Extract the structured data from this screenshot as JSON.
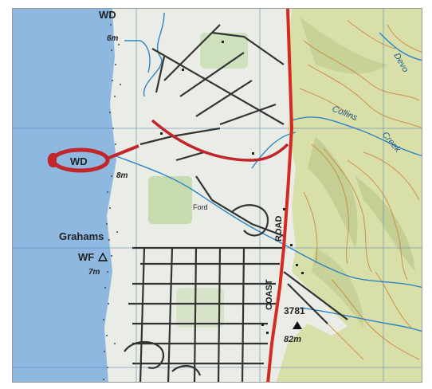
{
  "map": {
    "labels": {
      "top_marker_code": "WD",
      "top_marker_height": "6m",
      "highlight_marker_code": "WD",
      "highlight_marker_height": "8m",
      "ford_label": "Ford",
      "graham_name": "Grahams",
      "graham_code": "WF",
      "graham_height": "7m",
      "road_name_upper": "ROAD",
      "road_name_lower": "COAST",
      "trig_number": "3781",
      "trig_height": "82m",
      "creek_left_label": "Collins",
      "creek_right_label": "Creek",
      "top_right_label": "Devo"
    },
    "colors": {
      "sea": "#8fb8e0",
      "land": "#eaede5",
      "hills": "#d9dfa8",
      "road_major": "#d42a22",
      "highlight": "#c0262b",
      "water_lines": "#2d83c4",
      "contours": "#c9843c",
      "grid": "#4e7fb6",
      "roads_minor": "#333333",
      "vegetation": "#c6dcb0"
    }
  }
}
